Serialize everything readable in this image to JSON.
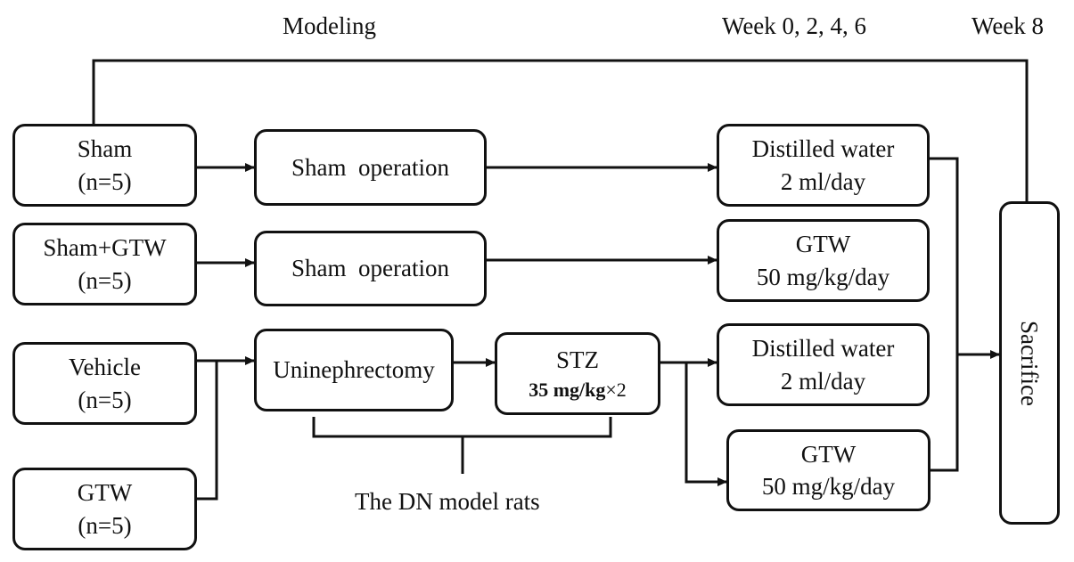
{
  "header": {
    "modeling": "Modeling",
    "weeks_mid": "Week 0, 2, 4, 6",
    "weeks_end": "Week 8"
  },
  "groups": [
    {
      "name": "Sham",
      "n": "(n=5)"
    },
    {
      "name": "Sham+GTW",
      "n": "(n=5)"
    },
    {
      "name": "Vehicle",
      "n": "(n=5)"
    },
    {
      "name": "GTW",
      "n": "(n=5)"
    }
  ],
  "procedures": {
    "sham_op_1": "Sham  operation",
    "sham_op_2": "Sham  operation",
    "uninephrectomy": "Uninephrectomy",
    "stz_title": "STZ",
    "stz_dose_bold": "35 mg/kg",
    "stz_dose_rest": "×2"
  },
  "treatments": [
    {
      "line1": "Distilled water",
      "line2": "2 ml/day"
    },
    {
      "line1": "GTW",
      "line2": "50 mg/kg/day"
    },
    {
      "line1": "Distilled water",
      "line2": "2 ml/day"
    },
    {
      "line1": "GTW",
      "line2": "50 mg/kg/day"
    }
  ],
  "endpoint": "Sacrifice",
  "dn_model_label": "The DN model rats"
}
